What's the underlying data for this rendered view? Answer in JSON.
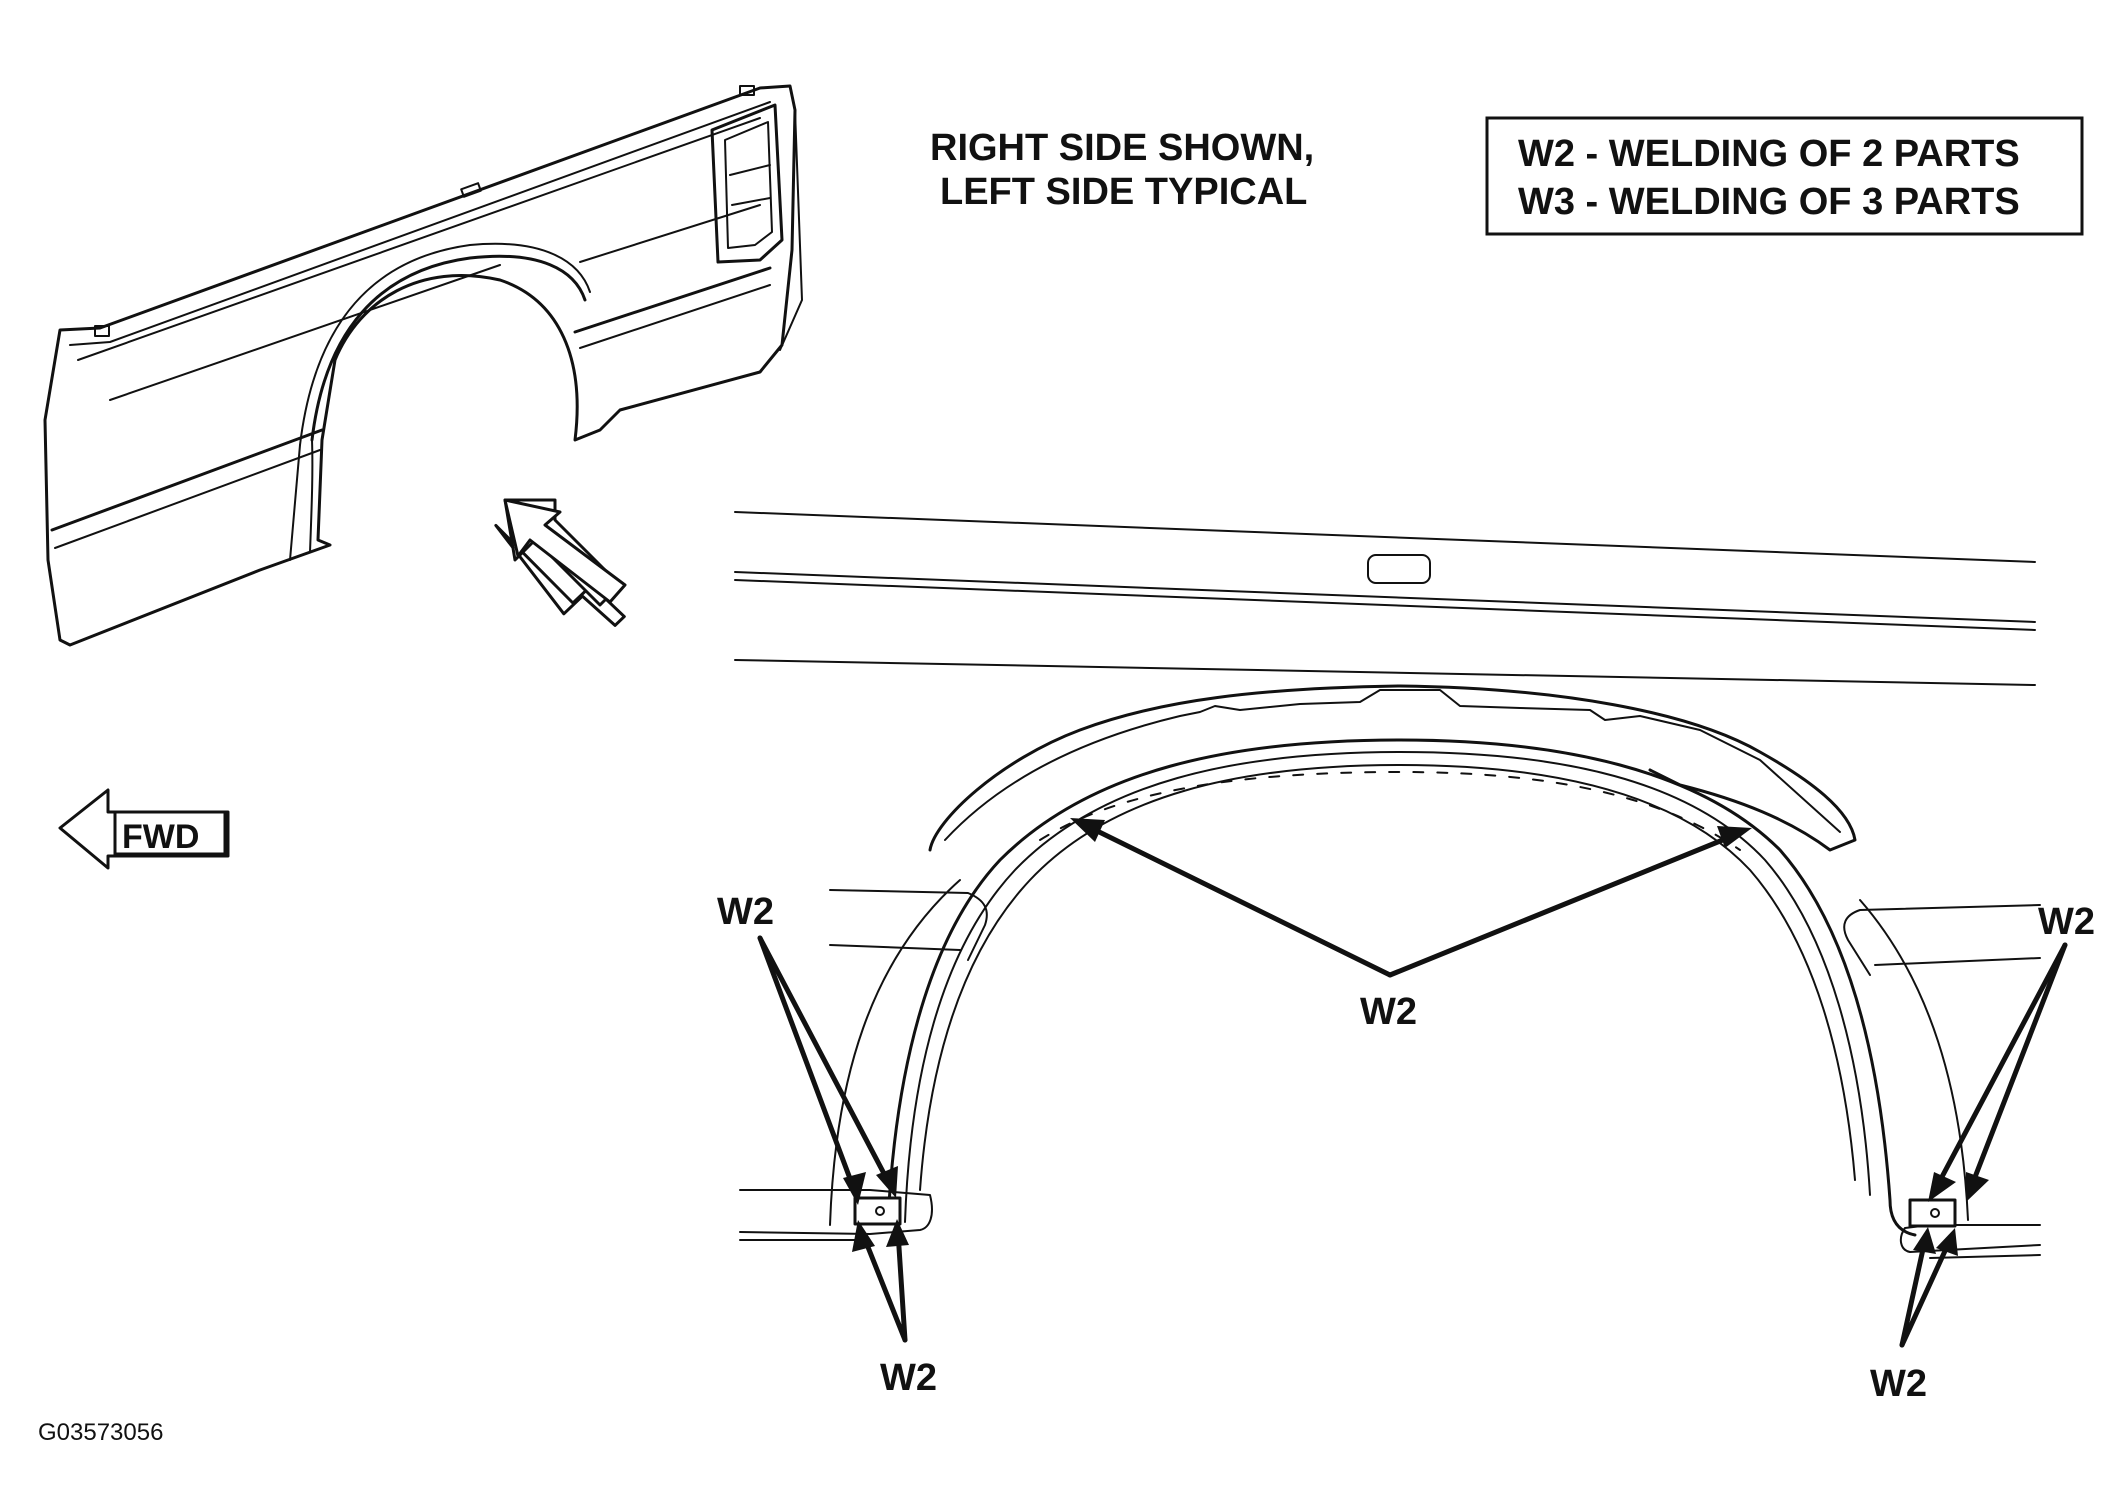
{
  "header": {
    "note_line1": "RIGHT SIDE SHOWN,",
    "note_line2": "LEFT SIDE TYPICAL"
  },
  "legend": {
    "w2": "W2 - WELDING OF 2 PARTS",
    "w3": "W3 - WELDING OF 3 PARTS"
  },
  "direction": {
    "label": "FWD"
  },
  "callouts": {
    "left_upper": "W2",
    "arch_center": "W2",
    "right_upper": "W2",
    "left_lower": "W2",
    "right_lower": "W2"
  },
  "footer": {
    "figure_id": "G03573056"
  }
}
